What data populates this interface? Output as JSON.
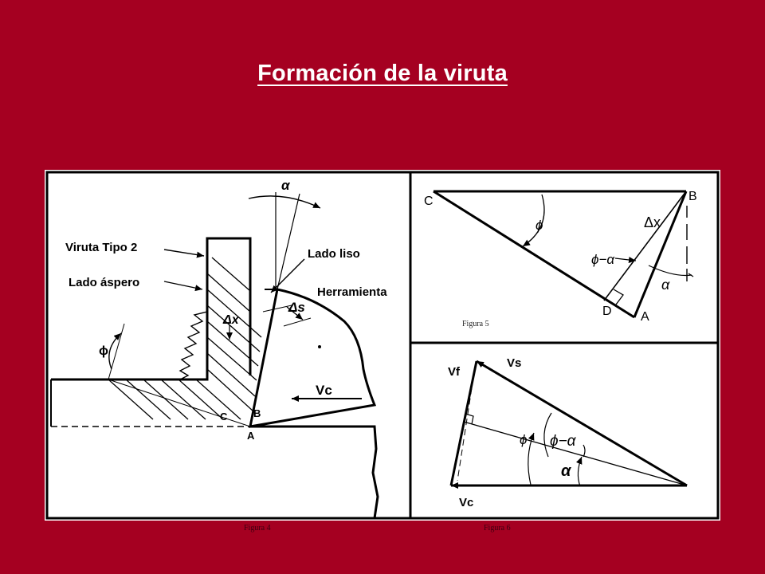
{
  "slide": {
    "title": "Formación de la viruta"
  },
  "figure4": {
    "caption": "Figura 4",
    "labels": {
      "alpha": "α",
      "viruta_tipo": "Viruta Tipo 2",
      "lado_liso": "Lado liso",
      "lado_aspero": "Lado áspero",
      "herramienta": "Herramienta",
      "delta_s": "Δs",
      "delta_x": "Δx",
      "phi": "ϕ",
      "vc": "Vc",
      "c": "C",
      "b": "B",
      "a": "A"
    }
  },
  "figure5": {
    "caption": "Figura 5",
    "labels": {
      "c": "C",
      "b": "B",
      "d": "D",
      "a": "A",
      "phi": "ϕ",
      "phi_minus_alpha": "ϕ−α",
      "delta_x": "Δx",
      "alpha": "α"
    }
  },
  "figure6": {
    "caption": "Figura 6",
    "labels": {
      "vf": "Vf",
      "vs": "Vs",
      "vc": "Vc",
      "phi": "ϕ",
      "phi_minus_alpha": "ϕ−α",
      "alpha": "α"
    }
  }
}
